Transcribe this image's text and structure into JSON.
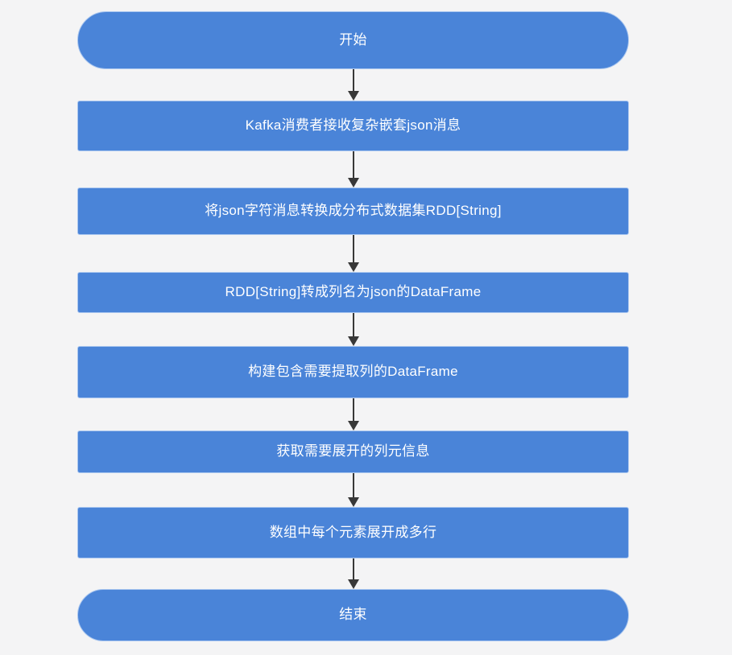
{
  "flowchart": {
    "nodes": [
      {
        "id": "start",
        "type": "terminator",
        "label": "开始"
      },
      {
        "id": "kafka-consume",
        "type": "process",
        "label": "Kafka消费者接收复杂嵌套json消息"
      },
      {
        "id": "json-to-rdd",
        "type": "process",
        "label": "将json字符消息转换成分布式数据集RDD[String]"
      },
      {
        "id": "rdd-to-dataframe",
        "type": "process",
        "label": "RDD[String]转成列名为json的DataFrame"
      },
      {
        "id": "build-dataframe",
        "type": "process",
        "label": "构建包含需要提取列的DataFrame"
      },
      {
        "id": "get-column-meta",
        "type": "process",
        "label": "获取需要展开的列元信息"
      },
      {
        "id": "explode-rows",
        "type": "process",
        "label": "数组中每个元素展开成多行"
      },
      {
        "id": "end",
        "type": "terminator",
        "label": "结束"
      }
    ],
    "connectors": [
      {
        "from": "start",
        "to": "kafka-consume"
      },
      {
        "from": "kafka-consume",
        "to": "json-to-rdd"
      },
      {
        "from": "json-to-rdd",
        "to": "rdd-to-dataframe"
      },
      {
        "from": "rdd-to-dataframe",
        "to": "build-dataframe"
      },
      {
        "from": "build-dataframe",
        "to": "get-column-meta"
      },
      {
        "from": "get-column-meta",
        "to": "explode-rows"
      },
      {
        "from": "explode-rows",
        "to": "end"
      }
    ]
  },
  "colors": {
    "canvas-bg": "#f4f4f5",
    "node-fill": "#4a84d8",
    "node-border": "#a9c6ef",
    "node-text": "#ffffff",
    "arrow": "#383838"
  }
}
